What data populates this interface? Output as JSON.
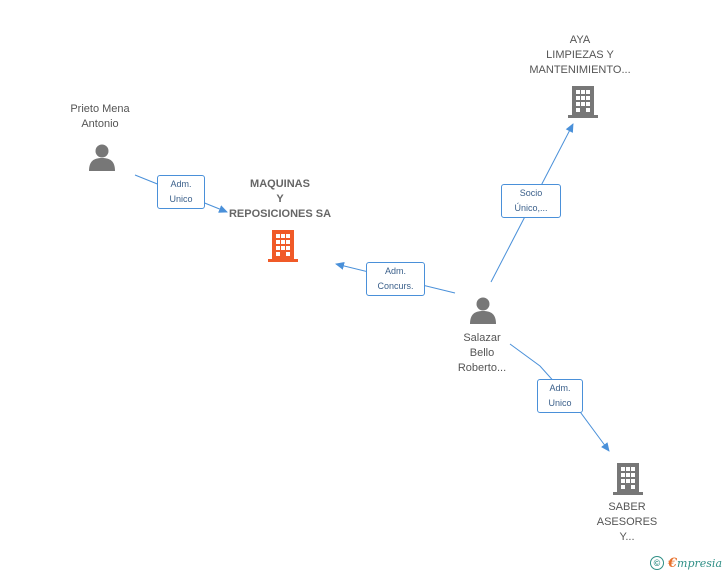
{
  "nodes": {
    "prieto": {
      "label": "Prieto Mena\nAntonio",
      "type": "person"
    },
    "maquinas": {
      "label": "MAQUINAS\nY\nREPOSICIONES SA",
      "type": "company-main"
    },
    "aya": {
      "label": "AYA\nLIMPIEZAS Y\nMANTENIMIENTO...",
      "type": "company"
    },
    "salazar": {
      "label": "Salazar\nBello\nRoberto...",
      "type": "person"
    },
    "saber": {
      "label": "SABER\nASESORES\nY...",
      "type": "company"
    }
  },
  "edges": {
    "prieto_maquinas": "Adm.\nUnico",
    "salazar_maquinas": "Adm.\nConcurs.",
    "salazar_aya": "Socio\nÚnico,...",
    "salazar_saber": "Adm.\nUnico"
  },
  "footer": {
    "copyright": "©",
    "brand_initial": "€",
    "brand_rest": "mpresia"
  },
  "colors": {
    "edge": "#4a90d9",
    "person_icon": "#777777",
    "company_icon": "#777777",
    "main_company_icon": "#f05a28"
  }
}
